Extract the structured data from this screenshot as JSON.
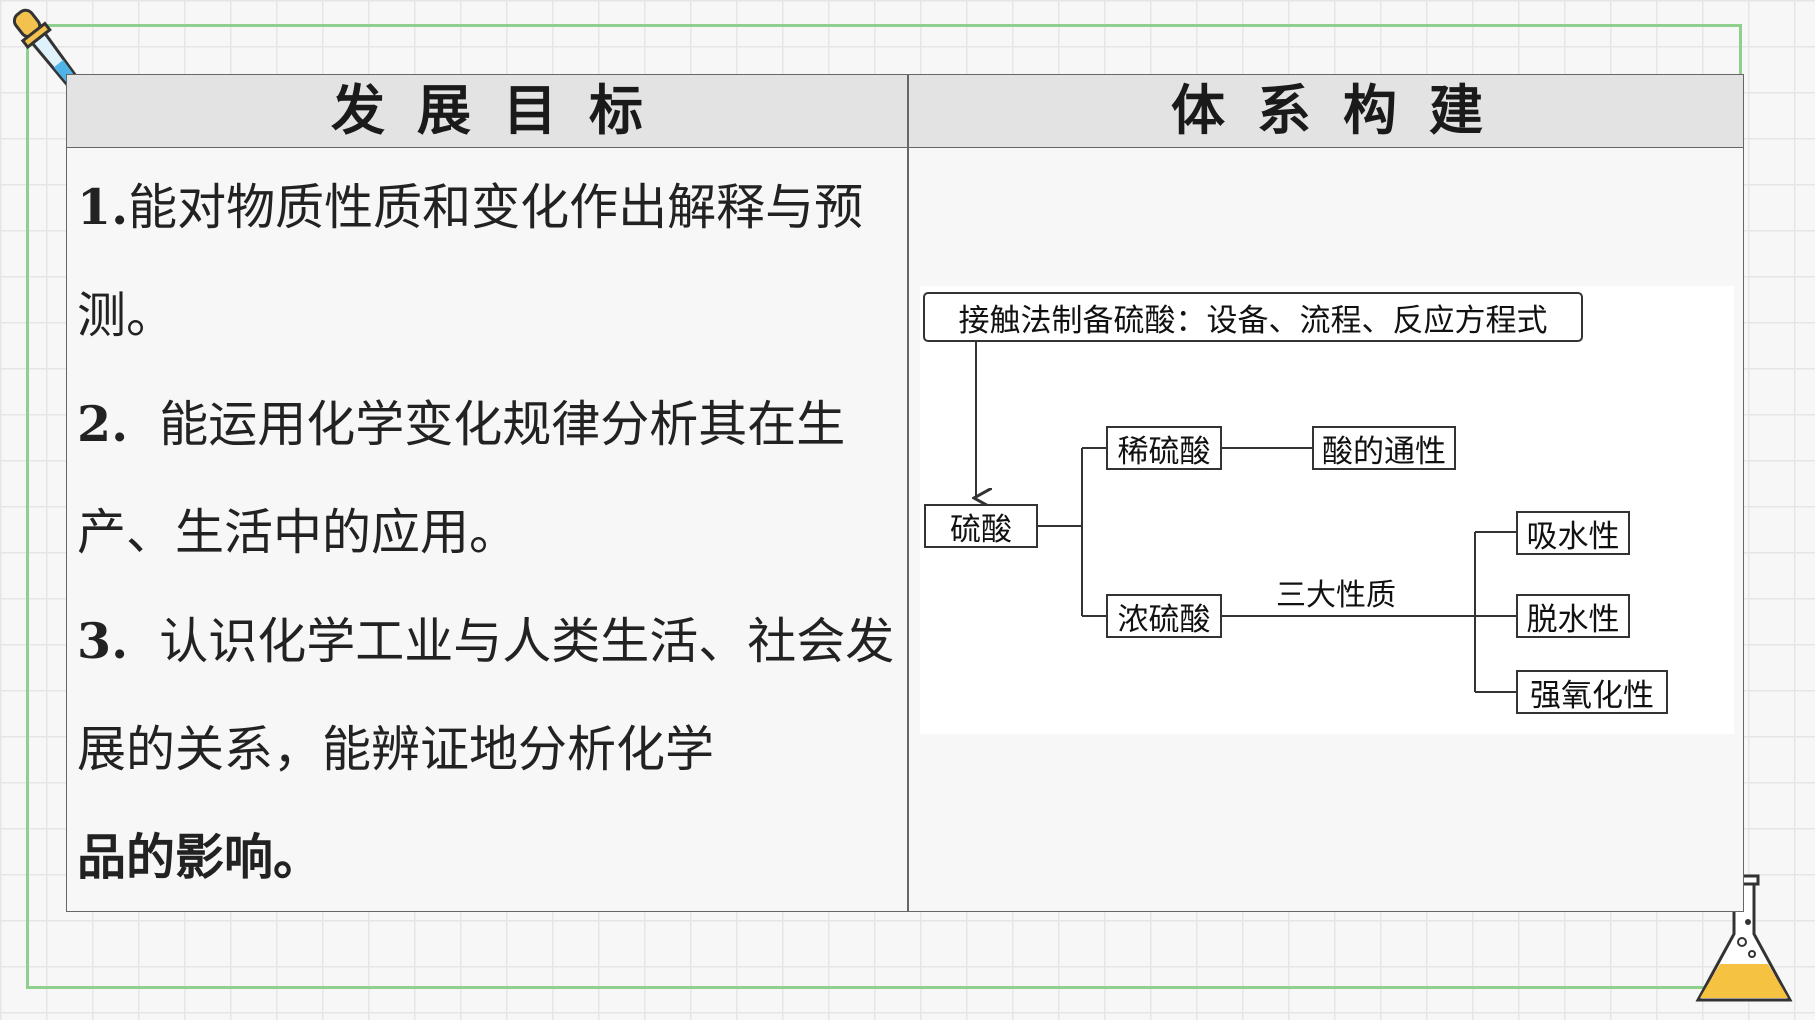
{
  "header": {
    "left": "发展目标",
    "right": "体系构建"
  },
  "goals": [
    {
      "num": "1.",
      "text": "能对物质性质和变化作出解释与预测。"
    },
    {
      "num": "2.",
      "text": "  能运用化学变化规律分析其在生产、生活中的应用。"
    },
    {
      "num": "3.",
      "text": "  认识化学工业与人类生活、社会发展的关系，能辨证地分析化学",
      "tail": "品的影响。"
    }
  ],
  "diagram": {
    "top_box": "接触法制备硫酸：设备、流程、反应方程式",
    "root": "硫酸",
    "dilute": "稀硫酸",
    "dilute_prop": "酸的通性",
    "conc": "浓硫酸",
    "conc_label": "三大性质",
    "props": [
      "吸水性",
      "脱水性",
      "强氧化性"
    ]
  }
}
